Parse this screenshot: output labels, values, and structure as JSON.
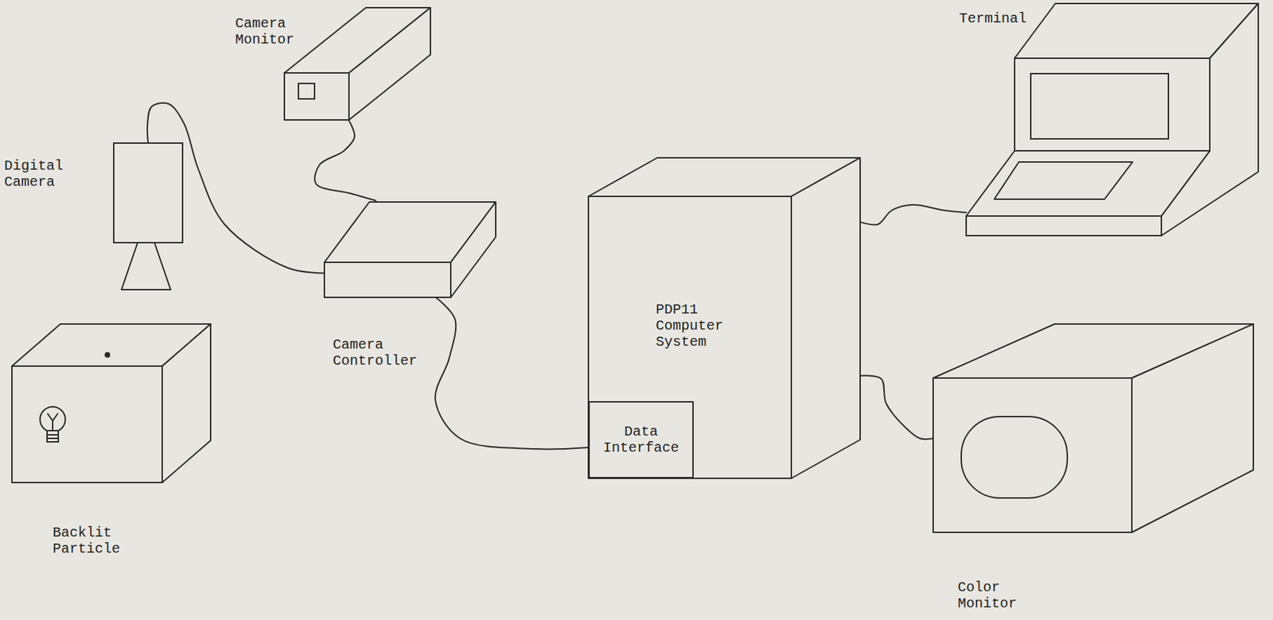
{
  "diagram": {
    "nodes": [
      {
        "text": [
          "Camera Monitor"
        ]
      },
      {
        "text": [
          "Terminal"
        ]
      },
      {
        "text": [
          "Digital Camera"
        ]
      },
      {
        "text": [
          "Camera Controller"
        ]
      },
      {
        "text": [
          "PDP11 Computer System"
        ]
      },
      {
        "text": [
          "Data Interface"
        ],
        "in": 4
      },
      {
        "text": [
          "Backlit Particle"
        ]
      },
      {
        "text": [
          "Color Monitor"
        ]
      }
    ],
    "edges": [
      {
        "from": 2,
        "to": 3,
        "arrow": "none"
      },
      {
        "from": 0,
        "to": 3,
        "arrow": "none"
      },
      {
        "from": 3,
        "to": 5,
        "arrow": "none"
      },
      {
        "from": 4,
        "to": 1,
        "arrow": "none"
      },
      {
        "from": 4,
        "to": 7,
        "arrow": "none"
      }
    ]
  }
}
